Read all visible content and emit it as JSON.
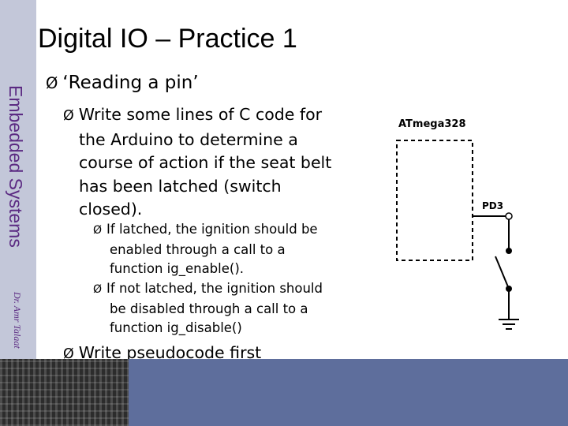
{
  "slide": {
    "title": "Digital IO – Practice 1",
    "course": "Embedded Systems",
    "author": "Dr. Amr Talaat"
  },
  "bullets": {
    "level1_top": "‘Reading a pin’",
    "level2_main": [
      "Write some lines of C code for",
      "the Arduino to determine a",
      "course of action if the seat belt",
      "has been latched (switch",
      "closed)."
    ],
    "level3_a": [
      "If latched, the ignition should be",
      "enabled through a call to a",
      "function ig_enable()."
    ],
    "level3_b": [
      "If not latched, the ignition should",
      "be disabled through a call to a",
      "function ig_disable()"
    ],
    "level2_last": "Write pseudocode first",
    "bullet_glyph": "Ø"
  },
  "diagram": {
    "chip_label": "ATmega328",
    "pin_label": "PD3"
  },
  "colors": {
    "left_bar": "#c3c7d9",
    "footer": "#5e6e9c",
    "vertical_text": "#5b2a82"
  }
}
